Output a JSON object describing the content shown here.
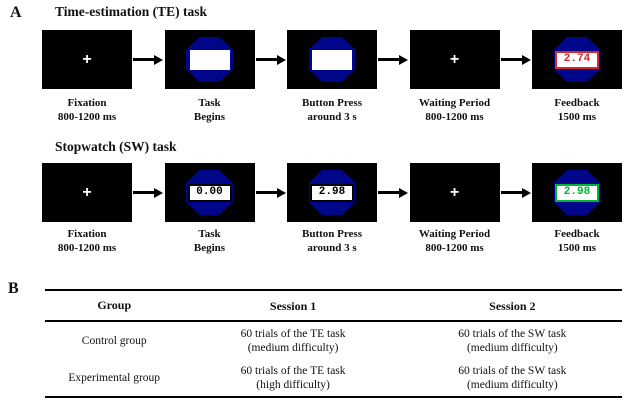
{
  "colors": {
    "screen_bg": "#000000",
    "octagon_blue": "#00068a",
    "display_white": "#ffffff",
    "te_feedback_red": "#d8262d",
    "sw_feedback_green": "#00b435",
    "sw_display_black": "#000000"
  },
  "panel_a": {
    "label": "A",
    "te": {
      "title": "Time-estimation (TE) task",
      "steps": [
        {
          "caption_line1": "Fixation",
          "caption_line2": "800-1200 ms",
          "screen": "fixation",
          "symbol": "+"
        },
        {
          "caption_line1": "Task",
          "caption_line2": "Begins",
          "screen": "octagon-blank"
        },
        {
          "caption_line1": "Button Press",
          "caption_line2": "around 3 s",
          "screen": "octagon-blank"
        },
        {
          "caption_line1": "Waiting Period",
          "caption_line2": "800-1200 ms",
          "screen": "fixation",
          "symbol": "+"
        },
        {
          "caption_line1": "Feedback",
          "caption_line2": "1500 ms",
          "screen": "octagon-display",
          "value": "2.74"
        }
      ]
    },
    "sw": {
      "title": "Stopwatch (SW) task",
      "steps": [
        {
          "caption_line1": "Fixation",
          "caption_line2": "800-1200 ms",
          "screen": "fixation",
          "symbol": "+"
        },
        {
          "caption_line1": "Task",
          "caption_line2": "Begins",
          "screen": "octagon-display",
          "value": "0.00"
        },
        {
          "caption_line1": "Button Press",
          "caption_line2": "around 3 s",
          "screen": "octagon-display",
          "value": "2.98"
        },
        {
          "caption_line1": "Waiting Period",
          "caption_line2": "800-1200 ms",
          "screen": "fixation",
          "symbol": "+"
        },
        {
          "caption_line1": "Feedback",
          "caption_line2": "1500 ms",
          "screen": "octagon-display",
          "value": "2.98"
        }
      ]
    }
  },
  "panel_b": {
    "label": "B",
    "table": {
      "headers": [
        "Group",
        "Session 1",
        "Session 2"
      ],
      "rows": [
        {
          "group": "Control group",
          "session1": "60 trials of the TE task\n(medium difficulty)",
          "session2": "60 trials of the SW task\n(medium difficulty)"
        },
        {
          "group": "Experimental group",
          "session1": "60 trials of the TE task\n(high difficulty)",
          "session2": "60 trials of the SW task\n(medium difficulty)"
        }
      ]
    }
  }
}
